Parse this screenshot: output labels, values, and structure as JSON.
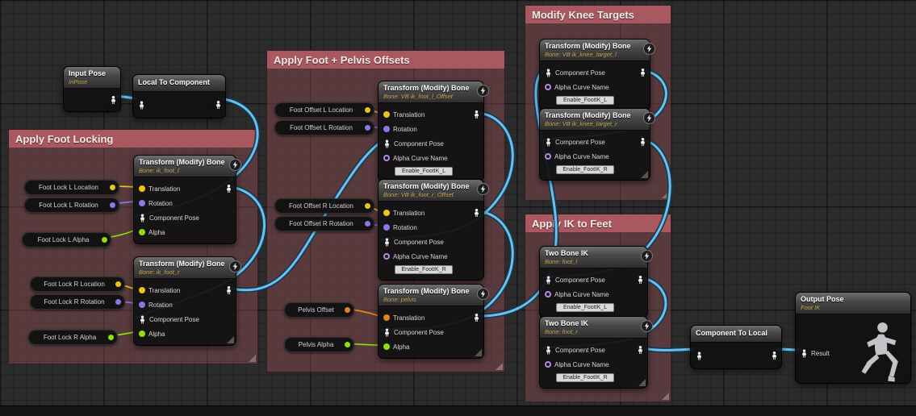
{
  "comments": {
    "foot_locking": "Apply Foot Locking",
    "offsets": "Apply Foot + Pelvis Offsets",
    "knee": "Modify Knee Targets",
    "ik": "Apply IK to Feet"
  },
  "pins": {
    "translation": "Translation",
    "rotation": "Rotation",
    "component_pose": "Component Pose",
    "alpha": "Alpha",
    "alpha_curve_name": "Alpha Curve Name",
    "result": "Result"
  },
  "nodes": {
    "tmb_title": "Transform (Modify) Bone",
    "two_bone_ik_title": "Two Bone IK",
    "input_pose": {
      "title": "Input Pose",
      "subtitle": "InPose"
    },
    "local_to_component": {
      "title": "Local To Component"
    },
    "component_to_local": {
      "title": "Component To Local"
    },
    "output_pose": {
      "title": "Output Pose",
      "subtitle": "Foot IK"
    },
    "tmb_foot_l": {
      "subtitle": "Bone: ik_foot_l"
    },
    "tmb_foot_r": {
      "subtitle": "Bone: ik_foot_r"
    },
    "tmb_foot_l_offset": {
      "subtitle": "Bone: VB ik_foot_l_Offset",
      "curve": "Enable_FootIK_L"
    },
    "tmb_foot_r_offset": {
      "subtitle": "Bone: VB ik_foot_r_Offset",
      "curve": "Enable_FootIK_R"
    },
    "tmb_pelvis": {
      "subtitle": "Bone: pelvis"
    },
    "tmb_knee_l": {
      "subtitle": "Bone: VB ik_knee_target_l",
      "curve": "Enable_FootIK_L"
    },
    "tmb_knee_r": {
      "subtitle": "Bone: VB ik_knee_target_r",
      "curve": "Enable_FootIK_R"
    },
    "tbik_l": {
      "subtitle": "Bone: foot_l",
      "curve": "Enable_FootIK_L"
    },
    "tbik_r": {
      "subtitle": "Bone: foot_r",
      "curve": "Enable_FootIK_R"
    }
  },
  "pills": {
    "foot_lock_l_location": "Foot Lock L Location",
    "foot_lock_l_rotation": "Foot Lock L Rotation",
    "foot_lock_l_alpha": "Foot Lock L Alpha",
    "foot_lock_r_location": "Foot Lock R Location",
    "foot_lock_r_rotation": "Foot Lock R Rotation",
    "foot_lock_r_alpha": "Foot Lock R Alpha",
    "foot_offset_l_location": "Foot Offset L Location",
    "foot_offset_l_rotation": "Foot Offset L Rotation",
    "foot_offset_r_location": "Foot Offset R Location",
    "foot_offset_r_rotation": "Foot Offset R Rotation",
    "pelvis_offset": "Pelvis Offset",
    "pelvis_alpha": "Pelvis Alpha"
  },
  "colors": {
    "pose_wire": "#6ac0ee",
    "pose_halo": "#15384e",
    "vector": "#e9c41d",
    "rotator": "#8878e8",
    "float": "#92dd0c",
    "orange": "#e0851a",
    "name_pin": "#b48ce0",
    "comment_header": "#aa585f",
    "comment_fill": "rgba(173,89,94,0.36)"
  }
}
